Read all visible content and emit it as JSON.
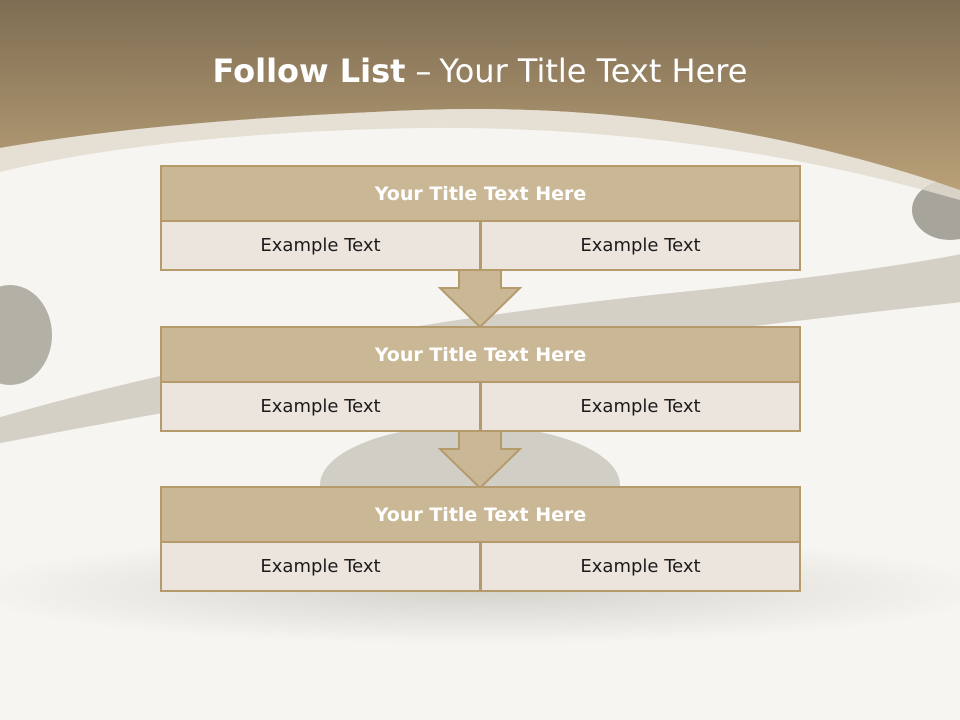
{
  "title": {
    "bold": "Follow List",
    "separator": "–",
    "rest": "Your Title Text Here"
  },
  "colors": {
    "band_top": "#7e6d52",
    "band_bottom": "#b9a078",
    "header_fill": "#c9b796",
    "cell_fill": "#ebe5dd",
    "border": "#b59a6c",
    "background": "#f7f5f1"
  },
  "blocks": [
    {
      "header": "Your Title Text Here",
      "cells": [
        "Example Text",
        "Example Text"
      ]
    },
    {
      "header": "Your Title Text Here",
      "cells": [
        "Example Text",
        "Example Text"
      ]
    },
    {
      "header": "Your Title Text Here",
      "cells": [
        "Example Text",
        "Example Text"
      ]
    }
  ]
}
